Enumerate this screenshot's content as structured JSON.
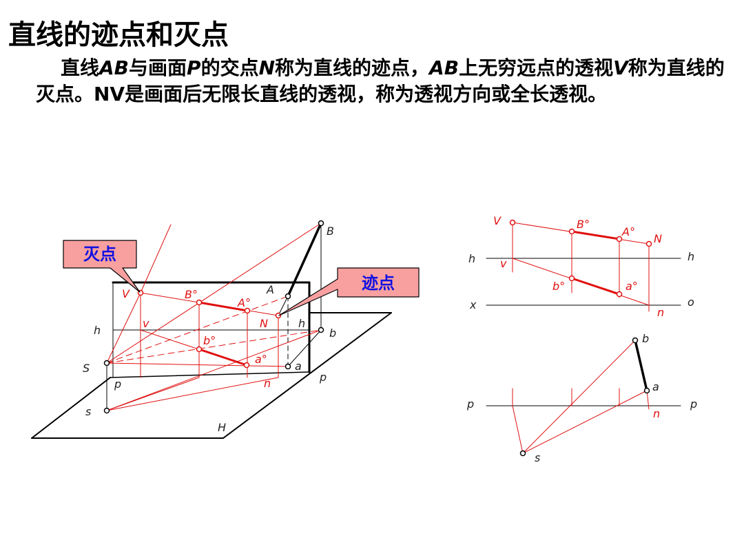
{
  "title": "直线的迹点和灭点",
  "paragraph": {
    "p1": "直线",
    "ab1": "AB",
    "p2": "与画面",
    "pp": "P",
    "p3": "的交点",
    "nn": "N",
    "p4": "称为直线的迹点，",
    "ab2": "AB",
    "p5": "上无穷远点的透视",
    "vv": "V",
    "p6": "称为直线的灭点。NV是画面后无限长直线的透视，称为透视方向或全长透视。"
  },
  "callouts": {
    "vanishing": "灭点",
    "trace": "迹点"
  },
  "left_labels": {
    "V": "V",
    "B_deg": "B°",
    "A_deg": "A°",
    "A": "A",
    "B": "B",
    "N": "N",
    "h_left": "h",
    "h_right": "h",
    "v": "v",
    "b_deg": "b°",
    "a_deg": "a°",
    "S": "S",
    "p": "p",
    "n": "n",
    "a": "a",
    "b": "b",
    "p_right": "p",
    "s": "s",
    "H": "H"
  },
  "right_top_labels": {
    "V": "V",
    "B_deg": "B°",
    "A_deg": "A°",
    "N": "N",
    "h_left": "h",
    "h_right": "h",
    "v": "v",
    "b_deg": "b°",
    "a_deg": "a°",
    "x": "x",
    "o": "o",
    "n": "n"
  },
  "right_bottom_labels": {
    "b": "b",
    "a": "a",
    "p_left": "p",
    "p_right": "p",
    "n": "n",
    "s": "s"
  },
  "colors": {
    "red": "#e01010",
    "black": "#000000",
    "callout_fill": "#f8a0a0",
    "callout_text": "#1010e0"
  }
}
